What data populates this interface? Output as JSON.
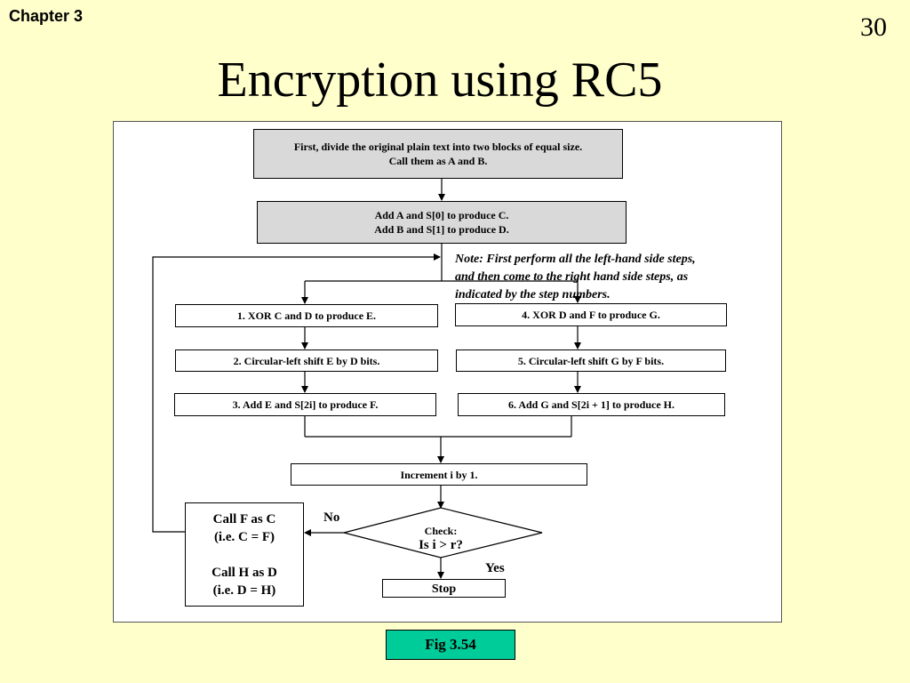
{
  "header": {
    "chapter": "Chapter 3",
    "page_number": "30",
    "title": "Encryption using RC5"
  },
  "flowchart": {
    "step_divide": [
      "First, divide the original plain text into two blocks of equal size.",
      "Call them as A and B."
    ],
    "step_add_s": [
      "Add A and S[0] to produce C.",
      "Add B and S[1] to produce D."
    ],
    "note": [
      "Note: First perform all the left-hand side steps,",
      "and then come to the right hand side steps, as",
      "indicated by the step numbers."
    ],
    "left_steps": [
      "1. XOR C and D to produce E.",
      "2. Circular-left shift E by D bits.",
      "3. Add E and S[2i] to produce F."
    ],
    "right_steps": [
      "4. XOR D and F to produce G.",
      "5. Circular-left shift G by F bits.",
      "6. Add G and S[2i + 1] to produce H."
    ],
    "increment": "Increment i by 1.",
    "check_label": "Check:",
    "check_condition": "Is i > r?",
    "no_label": "No",
    "yes_label": "Yes",
    "call_box": [
      "Call F as C",
      "(i.e. C = F)",
      "Call H as D",
      "(i.e. D = H)"
    ],
    "stop": "Stop"
  },
  "caption": "Fig 3.54",
  "colors": {
    "background": "#ffffcc",
    "grey_box": "#d9d9d9",
    "caption_fill": "#00cc99"
  }
}
